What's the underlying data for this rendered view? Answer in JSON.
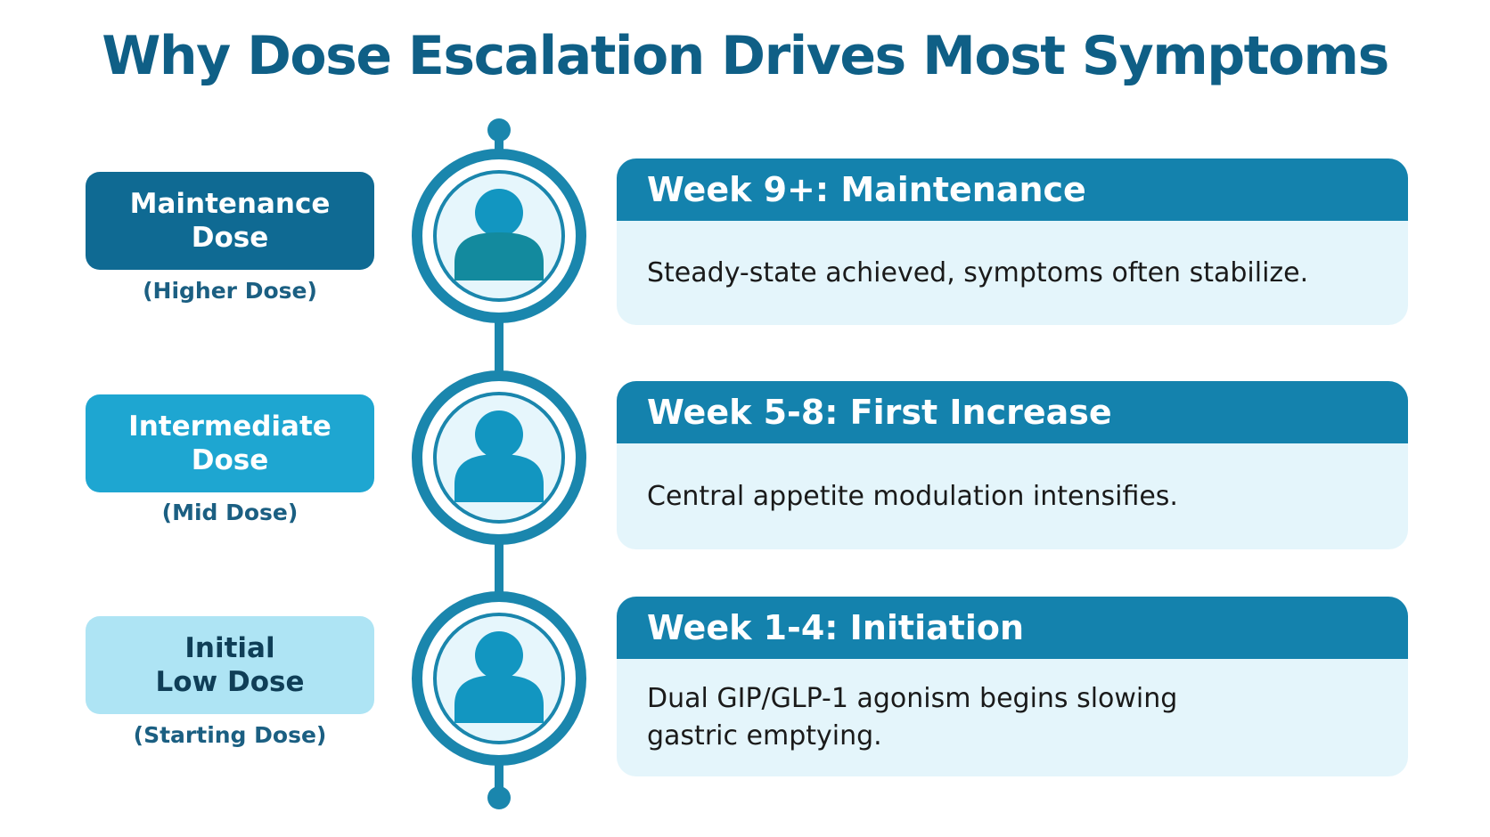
{
  "title": "Why Dose Escalation Drives Most Symptoms",
  "colors": {
    "title": "#0f5f86",
    "line": "#1a86ad",
    "card_header": "#1482ad",
    "card_body": "#e4f5fb",
    "maintenance_label": "#0f6a93",
    "intermediate_label": "#1ea6d1",
    "initial_label": "#aee4f4"
  },
  "doses": [
    {
      "line1": "Maintenance",
      "line2": "Dose",
      "sub": "(Higher Dose)",
      "icon": "person-icon"
    },
    {
      "line1": "Intermediate",
      "line2": "Dose",
      "sub": "(Mid Dose)",
      "icon": "person-icon"
    },
    {
      "line1": "Initial",
      "line2": "Low Dose",
      "sub": "(Starting Dose)",
      "icon": "person-icon"
    }
  ],
  "phases": [
    {
      "heading": "Week 9+: Maintenance",
      "text": "Steady-state achieved, symptoms often stabilize."
    },
    {
      "heading": "Week 5-8: First Increase",
      "text": "Central appetite modulation intensifies."
    },
    {
      "heading": "Week 1-4: Initiation",
      "text": "Dual GIP/GLP-1 agonism begins slowing gastric emptying."
    }
  ]
}
